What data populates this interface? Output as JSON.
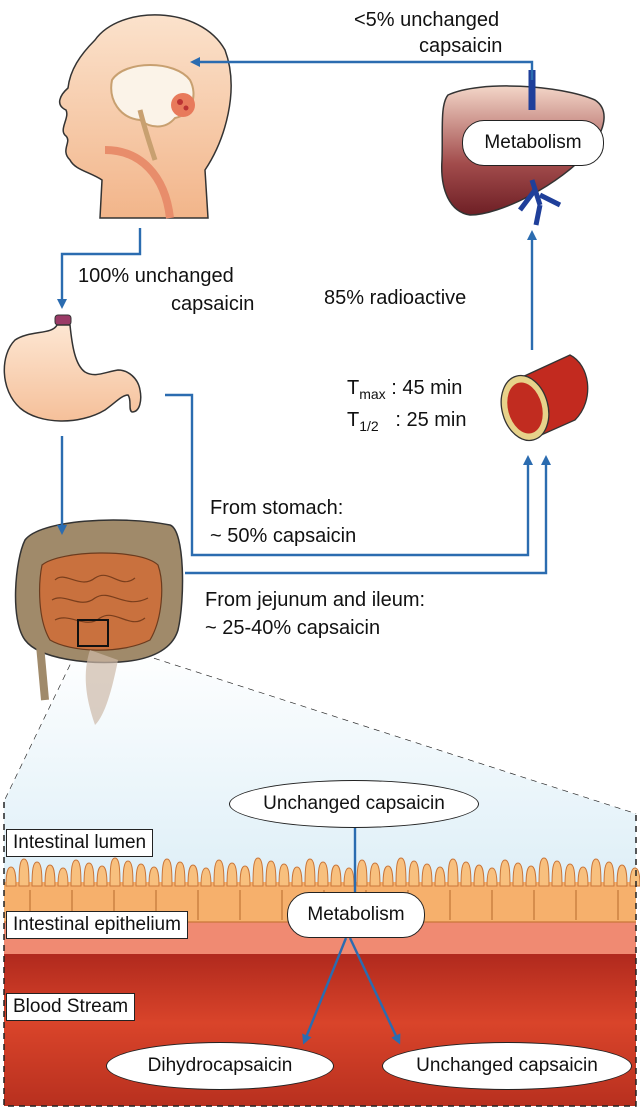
{
  "labels": {
    "to_brain": "<5% unchanged capsaicin",
    "to_brain_line1": "<5% unchanged",
    "to_brain_line2": "capsaicin",
    "to_stomach_line1": "100% unchanged",
    "to_stomach_line2": "capsaicin",
    "radioactive": "85% radioactive",
    "tmax_label": "T",
    "tmax_sub": "max",
    "tmax_value": ": 45 min",
    "thalf_label": "T",
    "thalf_sub": "1/2",
    "thalf_value": ": 25 min",
    "from_stomach_line1": "From stomach:",
    "from_stomach_line2": "~ 50% capsaicin",
    "from_jejunum_line1": "From jejunum and ileum:",
    "from_jejunum_line2": "~ 25-40% capsaicin"
  },
  "liver": {
    "label": "Metabolism"
  },
  "inset": {
    "top_pill": "Unchanged capsaicin",
    "metabolism_pill": "Metabolism",
    "left_product": "Dihydrocapsaicin",
    "right_product": "Unchanged capsaicin",
    "layer_lumen": "Intestinal lumen",
    "layer_epithelium": "Intestinal epithelium",
    "layer_blood": "Blood Stream"
  },
  "colors": {
    "arrow": "#2b6cb0",
    "skin": "#f6c9a3",
    "liver": "#8e3a3a",
    "blood": "#b52a1f",
    "lumen": "#cfe7f3",
    "epithelium": "#f7b873",
    "intestine": "#c9713e"
  }
}
